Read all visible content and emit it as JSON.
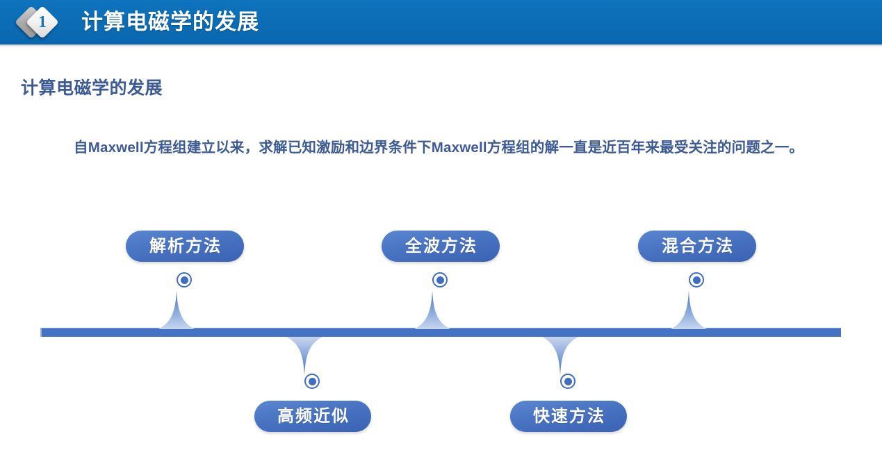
{
  "slide": {
    "title_bar": {
      "number": "1",
      "title": "计算电磁学的发展",
      "bg_color": "#0b6cb5"
    },
    "section_heading": "计算电磁学的发展",
    "paragraph": "自Maxwell方程组建立以来，求解已知激励和边界条件下Maxwell方程组的解一直是近百年来最受关注的问题之一。",
    "text_color": "#3c5a96"
  },
  "diagram": {
    "type": "timeline",
    "accent_color": "#4472c4",
    "pill_color": "#4a75c4",
    "nodes": [
      {
        "label": "解析方法",
        "side": "above",
        "order": 1
      },
      {
        "label": "高频近似",
        "side": "below",
        "order": 2
      },
      {
        "label": "全波方法",
        "side": "above",
        "order": 3
      },
      {
        "label": "快速方法",
        "side": "below",
        "order": 4
      },
      {
        "label": "混合方法",
        "side": "above",
        "order": 5
      }
    ]
  }
}
